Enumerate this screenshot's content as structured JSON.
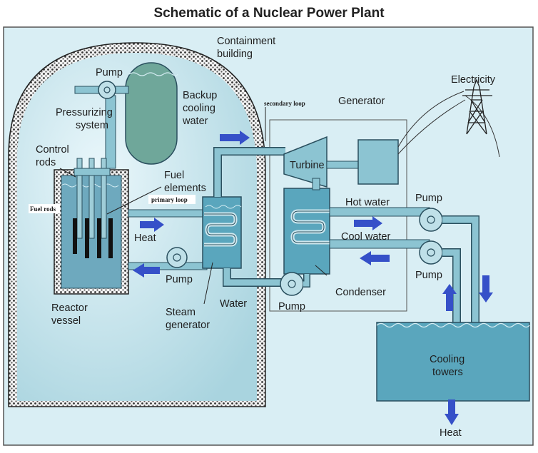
{
  "title": "Schematic of a Nuclear Power Plant",
  "labels": {
    "containment_building": [
      "Containment",
      "building"
    ],
    "pump_top": "Pump",
    "backup_cooling_water": [
      "Backup",
      "cooling",
      "water"
    ],
    "pressurizing_system": [
      "Pressurizing",
      "system"
    ],
    "control_rods": [
      "Control",
      "rods"
    ],
    "fuel_elements": [
      "Fuel",
      "elements"
    ],
    "fuel_rods": "Fuel rods",
    "primary_loop": "primary loop",
    "heat_primary": "Heat",
    "pump_primary": "Pump",
    "reactor_vessel": [
      "Reactor",
      "vessel"
    ],
    "steam_generator": [
      "Steam",
      "generator"
    ],
    "water": "Water",
    "secondary_loop": "secondary loop",
    "turbine": "Turbine",
    "generator": "Generator",
    "electricity": "Electricity",
    "hot_water": "Hot water",
    "cool_water": "Cool water",
    "condenser": "Condenser",
    "pump_secondary": "Pump",
    "pump_hot": "Pump",
    "pump_cool": "Pump",
    "cooling_towers": [
      "Cooling",
      "towers"
    ],
    "heat_bottom": "Heat"
  },
  "colors": {
    "sky": "#d6eef4",
    "containment_fill": "#b9dde6",
    "wall": "#3a3a3a",
    "pipe": "#8cc4d2",
    "pipe_edge": "#2a4f5e",
    "water": "#5aa6bd",
    "arrow": "#3550c8"
  }
}
